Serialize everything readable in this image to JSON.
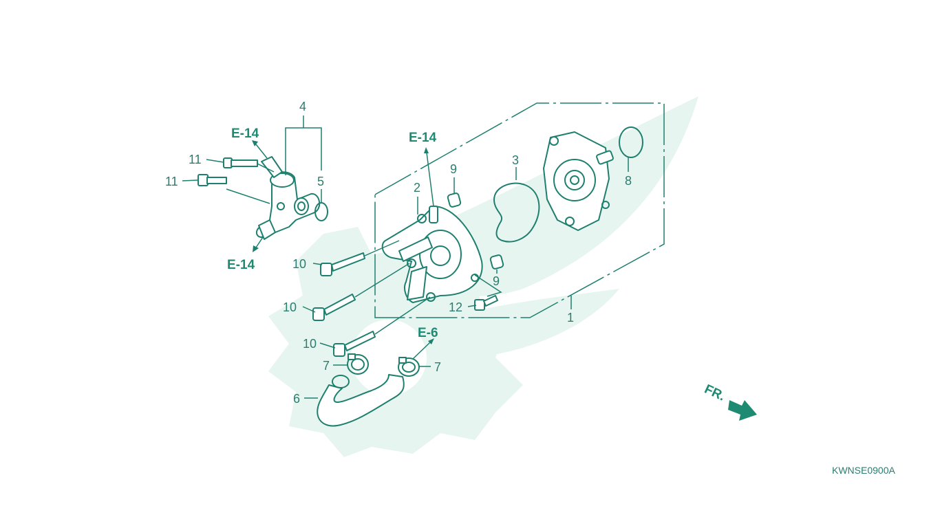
{
  "callouts": {
    "c1": "1",
    "c2": "2",
    "c3": "3",
    "c4": "4",
    "c5": "5",
    "c6": "6",
    "c7a": "7",
    "c7b": "7",
    "c8": "8",
    "c9a": "9",
    "c9b": "9",
    "c10a": "10",
    "c10b": "10",
    "c10c": "10",
    "c11a": "11",
    "c11b": "11",
    "c12": "12"
  },
  "references": {
    "r_e14_top_left": "E-14",
    "r_e14_bottom_left": "E-14",
    "r_e14_center": "E-14",
    "r_e6": "E-6"
  },
  "direction_label": "FR.",
  "diagram_code": "KWNSE0900A",
  "colors": {
    "line": "#1e7f6e",
    "reference_text": "#1e8a72",
    "watermark": "#e6f5ef"
  }
}
